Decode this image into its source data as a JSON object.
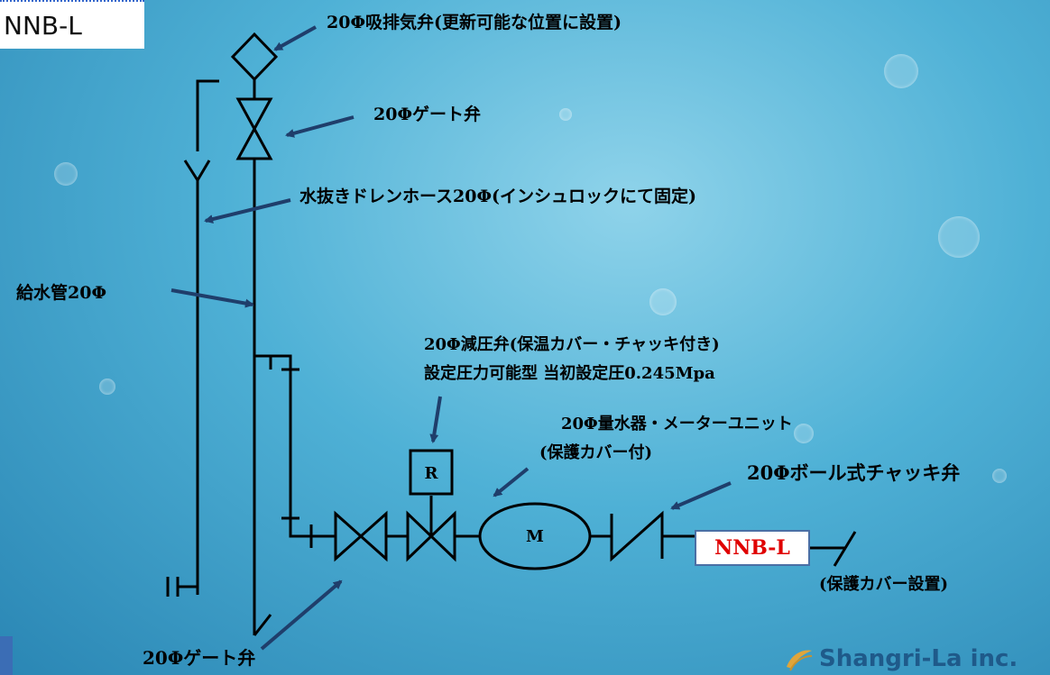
{
  "title_tag": "NNB-L",
  "labels": {
    "air_valve": "20Φ吸排気弁(更新可能な位置に設置)",
    "gate_valve_top": "20Φゲート弁",
    "drain_hose": "水抜きドレンホース20Φ(インシュロックにて固定)",
    "supply_pipe": "給水管20Φ",
    "prv_line1": "20Φ減圧弁(保温カバー・チャッキ付き)",
    "prv_line2": "設定圧力可能型 当初設定圧0.245Mpa",
    "meter_line1": "20Φ量水器・メーターユニット",
    "meter_line2": "(保護カバー付)",
    "check_valve": "20Φボール式チャッキ弁",
    "cover": "(保護カバー設置)",
    "gate_valve_bottom": "20Φゲート弁"
  },
  "symbols": {
    "prv_letter": "R",
    "meter_letter": "M",
    "product": "NNB-L"
  },
  "logo": {
    "text": "Shangri-La inc."
  },
  "colors": {
    "arrow": "#1f3e6b",
    "pipe": "#000000",
    "product_text": "#e00000"
  }
}
